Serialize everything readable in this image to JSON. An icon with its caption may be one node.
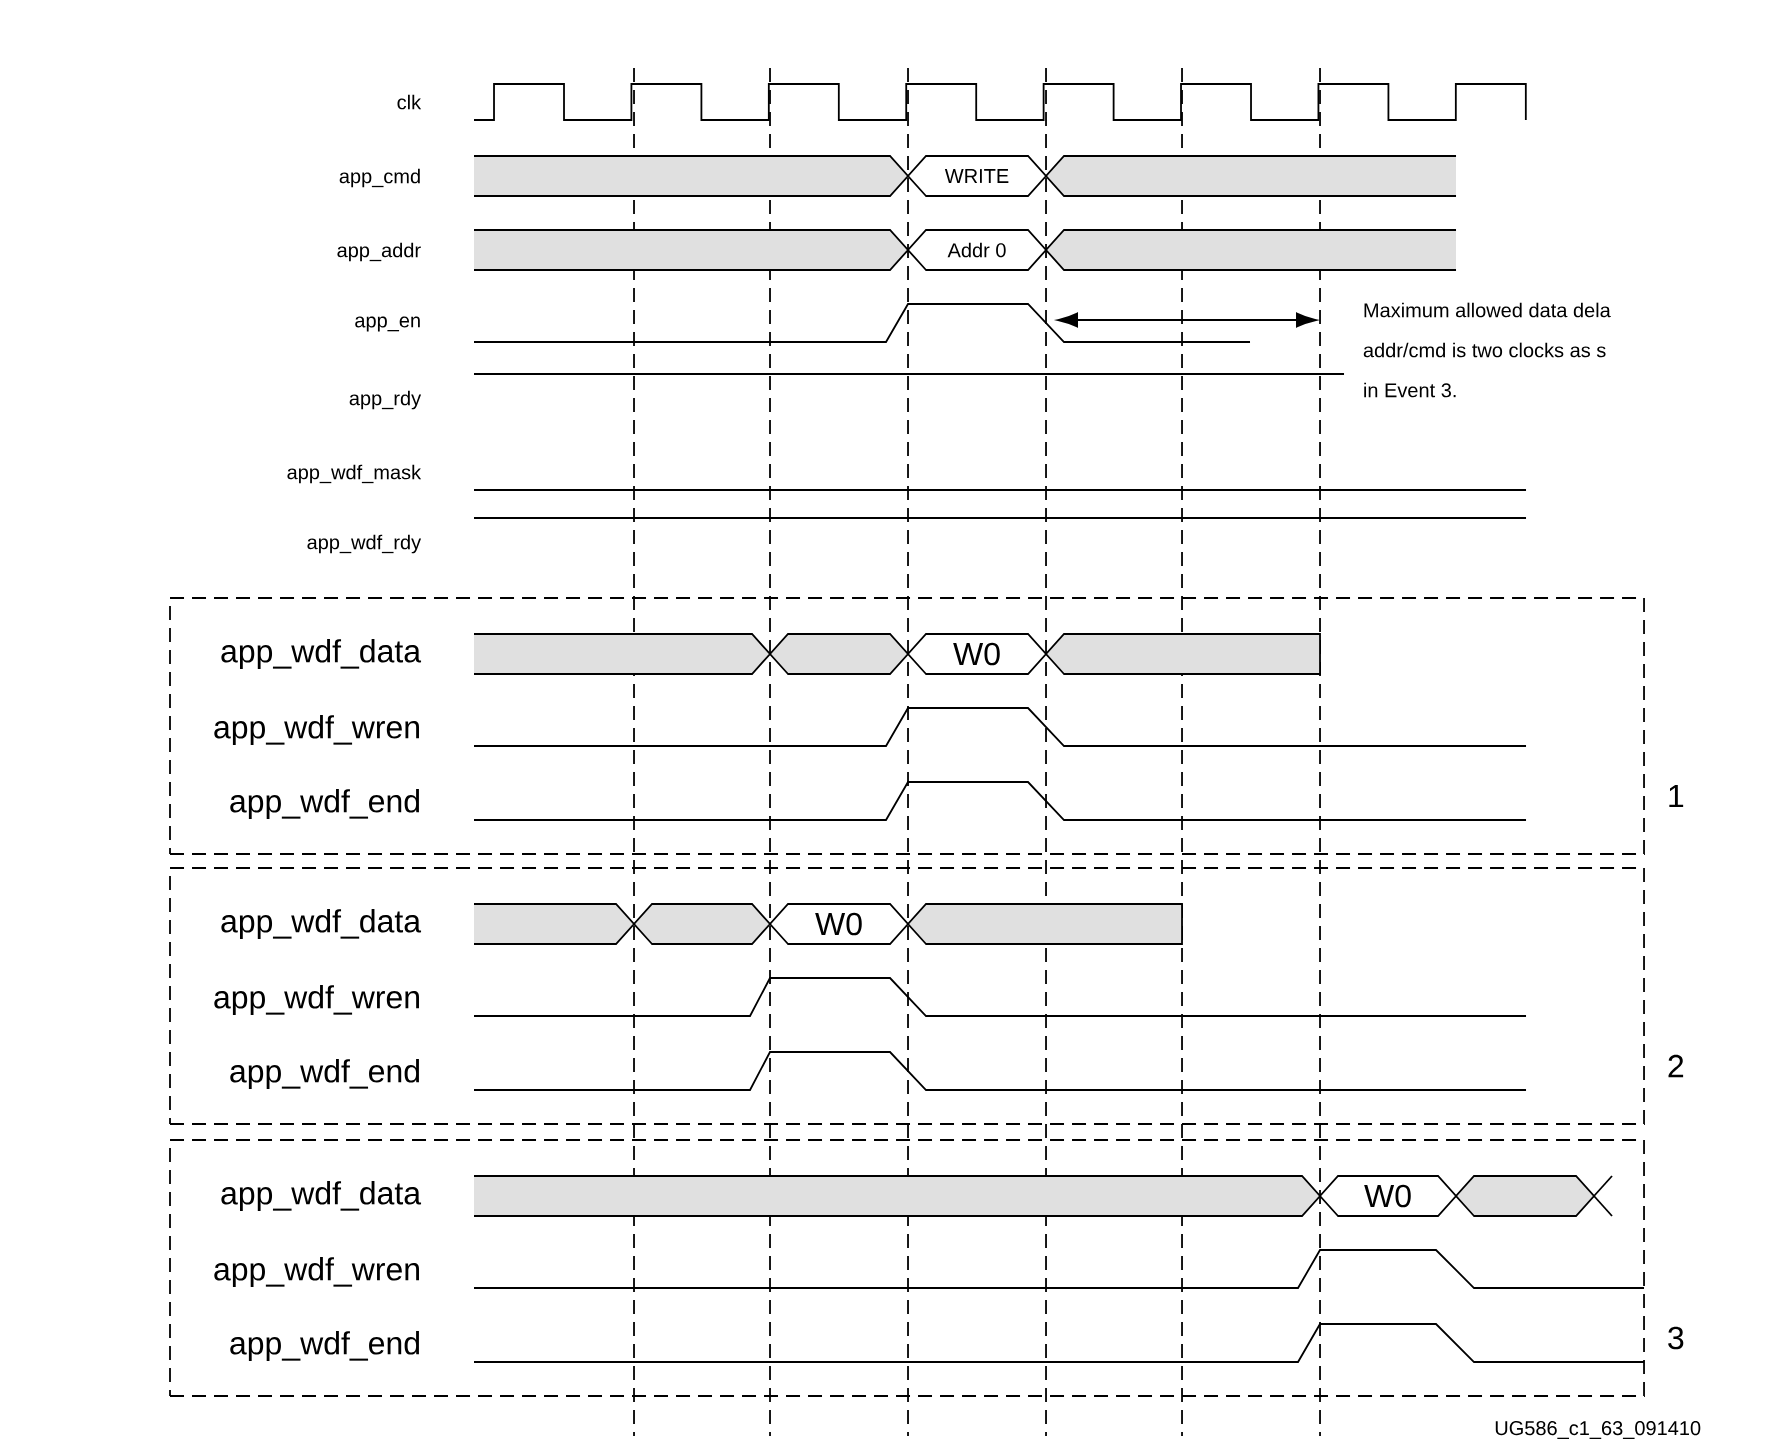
{
  "diagram": {
    "nodes": [
      {
        "text": [
          "app_wdf_data",
          "W0",
          "app_wdf_wren",
          "app_wdf_end"
        ],
        "beside": [
          "1"
        ]
      },
      {
        "text": [
          "app_wdf_data",
          "W0",
          "app_wdf_wren",
          "app_wdf_end"
        ],
        "beside": [
          "2"
        ]
      },
      {
        "text": [
          "app_wdf_data",
          "W0",
          "app_wdf_wren",
          "app_wdf_end"
        ],
        "beside": [
          "3"
        ]
      }
    ],
    "labels": [
      "clk",
      "app_cmd",
      "WRITE",
      "app_addr",
      "Addr 0",
      "app_en",
      "Maximum allowed data dela",
      "app_rdy",
      "addr/cmd is two clocks as s",
      "in Event 3.",
      "app_wdf_mask",
      "app_wdf_rdy",
      "UG586_c1_63_091410"
    ]
  }
}
